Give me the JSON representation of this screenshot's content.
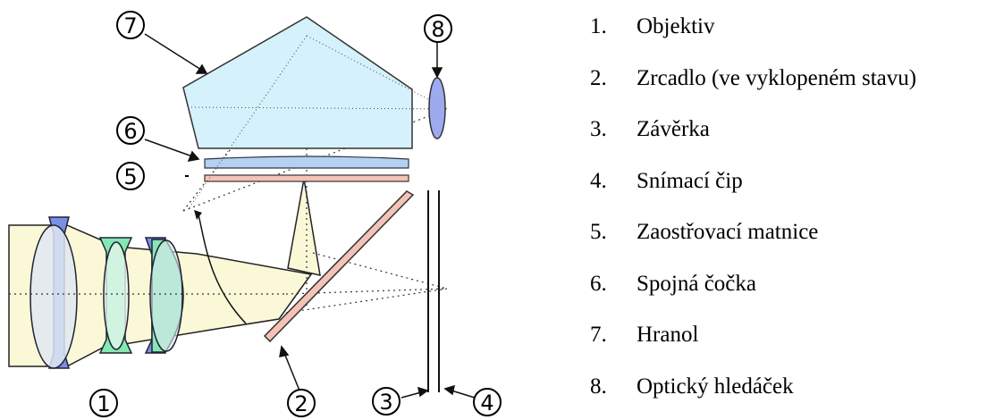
{
  "callouts": [
    "1",
    "2",
    "3",
    "4",
    "5",
    "6",
    "7",
    "8"
  ],
  "legend": [
    {
      "number": "1.",
      "text": "Objektiv"
    },
    {
      "number": "2.",
      "text": "Zrcadlo (ve vyklopeném stavu)"
    },
    {
      "number": "3.",
      "text": "Závěrka"
    },
    {
      "number": "4.",
      "text": "Snímací čip"
    },
    {
      "number": "5.",
      "text": "Zaostřovací matnice"
    },
    {
      "number": "6.",
      "text": "Spojná čočka"
    },
    {
      "number": "7.",
      "text": "Hranol"
    },
    {
      "number": "8.",
      "text": "Optický hledáček"
    }
  ],
  "colors": {
    "prism": "#d5f1fb",
    "lens_blue": "#7a8fe6",
    "lens_green": "#84e8b5",
    "light_beam": "#fbf8d8",
    "focusing_screen": "#f4c3b5",
    "mirror": "#f4c3b5"
  }
}
